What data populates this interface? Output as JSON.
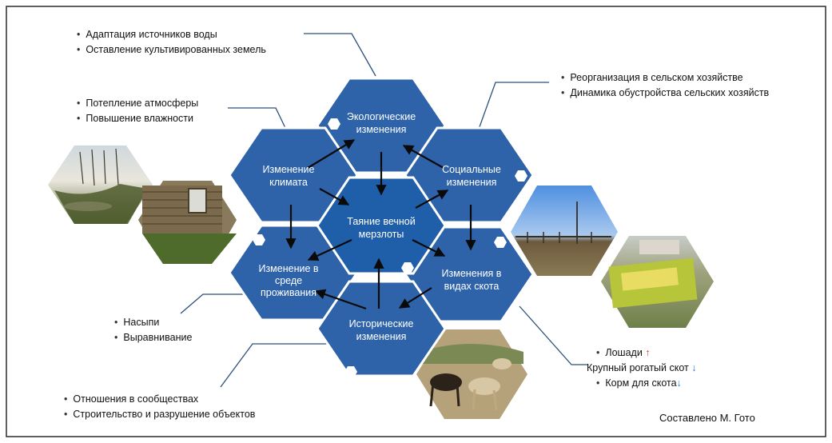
{
  "center": {
    "label": "Таяние вечной мерзлоты",
    "line1": "Таяние вечной",
    "line2": "мерзлоты"
  },
  "hexes": {
    "ecology": {
      "label": "Экологические изменения",
      "line1": "Экологические",
      "line2": "изменения"
    },
    "climate": {
      "label": "Изменение климата",
      "line1": "Изменение",
      "line2": "климата"
    },
    "social": {
      "label": "Социальные изменения",
      "line1": "Социальные",
      "line2": "изменения"
    },
    "habitat": {
      "label": "Изменение в среде проживания",
      "line1": "Изменение в",
      "line2": "среде",
      "line3": "проживания"
    },
    "livestock": {
      "label": "Изменения в видах скота",
      "line1": "Изменения в",
      "line2": "видах скота"
    },
    "history": {
      "label": "Исторические изменения",
      "line1": "Исторические",
      "line2": "изменения"
    }
  },
  "notes": {
    "ecology": [
      "Адаптация источников воды",
      "Оставление культивированных земель"
    ],
    "climate": [
      "Потепление атмосферы",
      "Повышение влажности"
    ],
    "social": [
      "Реорганизация в сельском хозяйстве",
      "Динамика обустройства сельских хозяйств"
    ],
    "habitat": [
      "Насыпи",
      "Выравнивание"
    ],
    "history": [
      "Отношения в сообществах",
      "Строительство и разрушение объектов"
    ],
    "livestock": [
      {
        "text": "Лошади",
        "trend": "up",
        "arrow": "↑",
        "color": "#e03030"
      },
      {
        "text": "Крупный рогатый скот",
        "trend": "down",
        "arrow": "↓",
        "color": "#2b7bd6"
      },
      {
        "text": "Корм для скота",
        "trend": "down",
        "arrow": "↓",
        "color": "#2b7bd6"
      }
    ]
  },
  "credit": "Составлено М. Гото",
  "colors": {
    "hex_fill": "#2e63aa",
    "hex_edge": "#ffffff",
    "center_fill": "#1f5ea8",
    "arrow": "#0a0a0a",
    "leader": "#2b4f7a"
  },
  "photos": [
    "peat-bog-landscape-photo",
    "log-house-photo",
    "pasture-with-power-line-photo",
    "market-stall-photo",
    "horses-photo"
  ]
}
